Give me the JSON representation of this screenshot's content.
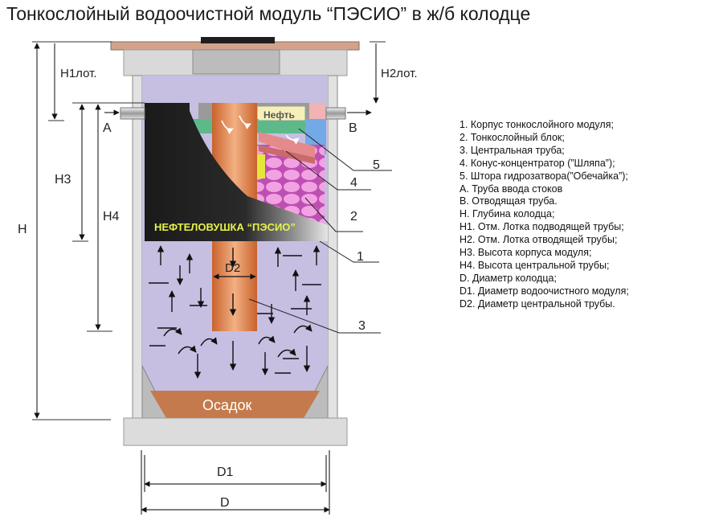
{
  "title": "Тонкослойный водоочистной модуль “ПЭСИО” в ж/б колодце",
  "labels": {
    "h1": "H1лот.",
    "h2": "H2лот.",
    "h": "H",
    "h3": "H3",
    "h4": "H4",
    "a": "A",
    "b": "B",
    "d1": "D1",
    "d": "D",
    "d2": "D2",
    "oil": "Нефть",
    "trap": "НЕФТЕЛОВУШКА “ПЭСИО”",
    "sediment": "Осадок",
    "callouts": [
      "1",
      "2",
      "3",
      "4",
      "5"
    ]
  },
  "legend": [
    "1. Корпус тонкослойного модуля;",
    "2. Тонкослойный блок;",
    "3. Центральная труба;",
    "4. Конус-концентратор (”Шляпа”);",
    "5. Штора гидрозатвора(”Обечайка”);",
    "A. Труба ввода стоков",
    "B. Отводящая труба.",
    "H. Глубина колодца;",
    "H1. Отм. Лотка подводящей трубы;",
    "H2. Отм. Лотка отводящей трубы;",
    "H3. Высота корпуса модуля;",
    "H4. Высота центральной трубы;",
    "D. Диаметр колодца;",
    "D1. Диаметр водоочистного модуля;",
    "D2. Диаметр центральной трубы."
  ],
  "colors": {
    "water": "#c6bfe2",
    "module_body": "#1e1e1e",
    "central_pipe": "#e8925a",
    "sediment": "#c47a4c",
    "concrete": "#d6d6d6",
    "oil_zone": "#f6f0b8",
    "lamella": "#e082cc",
    "trap_text": "#e6f24a"
  }
}
